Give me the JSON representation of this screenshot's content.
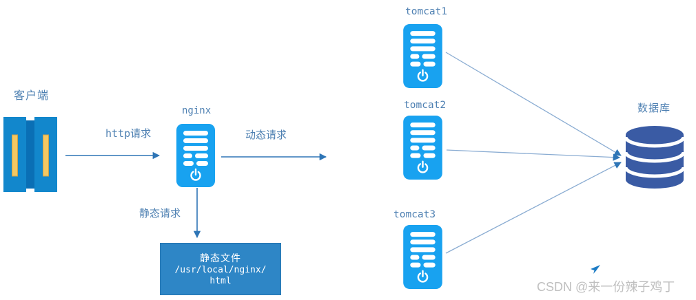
{
  "diagram": {
    "client": {
      "label": "客户端",
      "icon": "dual-tower-client-icon"
    },
    "nginx": {
      "label": "nginx",
      "icon": "server-icon"
    },
    "requests": {
      "http_label": "http请求",
      "dynamic_label": "动态请求",
      "static_label": "静态请求"
    },
    "static_files_box": {
      "title": "静态文件",
      "path_line1": "/usr/local/nginx/",
      "path_line2": "html"
    },
    "tomcats": [
      {
        "label": "tomcat1",
        "icon": "server-icon"
      },
      {
        "label": "tomcat2",
        "icon": "server-icon"
      },
      {
        "label": "tomcat3",
        "icon": "server-icon"
      }
    ],
    "database": {
      "label": "数据库",
      "icon": "database-cylinder-icon"
    }
  },
  "watermark": {
    "text": "CSDN @来一份辣子鸡丁",
    "icon": "cursor-icon"
  },
  "colors": {
    "server_blue": "#18a2f0",
    "client_blue": "#1287cc",
    "client_dark_blue": "#0a6fb5",
    "client_bar_yellow": "#f3c863",
    "static_box_blue": "#2e86c6",
    "database_blue": "#3a5ba4",
    "arrow_blue": "#2e75b6",
    "line_light_blue": "#8aacd2",
    "label_blue": "#4e80b2",
    "watermark_gray": "#bfbfbf"
  }
}
